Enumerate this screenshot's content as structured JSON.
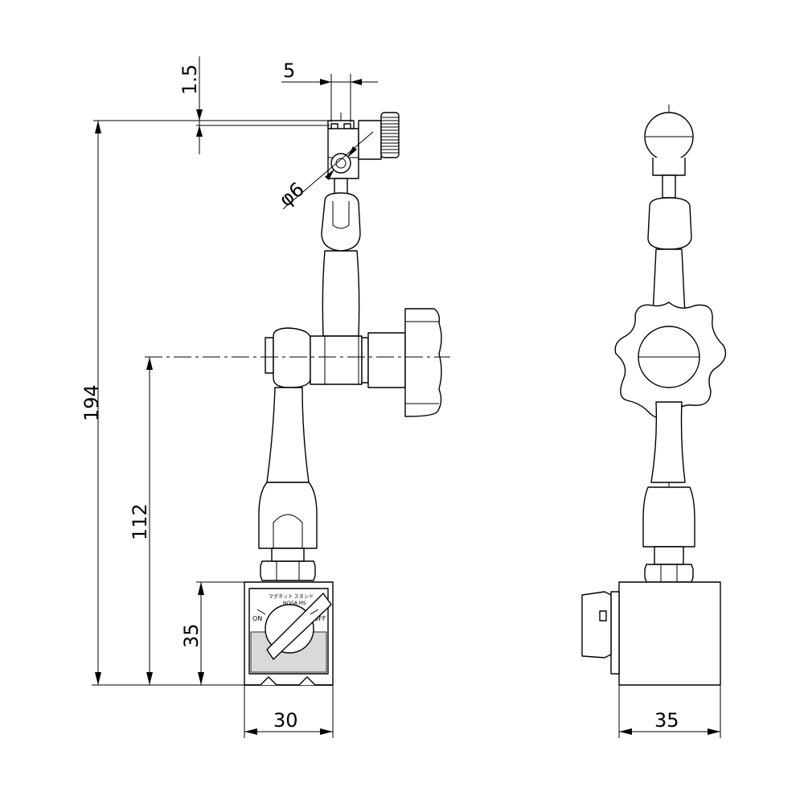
{
  "dimensions": {
    "tip_offset": "1.5",
    "tip_width": "5",
    "hole_diameter": "φ6",
    "overall_height": "194",
    "pivot_height": "112",
    "base_height": "35",
    "base_width_front": "30",
    "base_width_side": "35"
  },
  "base_plate": {
    "title": "マグネット スタンド",
    "brand": "NOGA MS",
    "switch_on": "ON",
    "switch_off": "OFF"
  }
}
